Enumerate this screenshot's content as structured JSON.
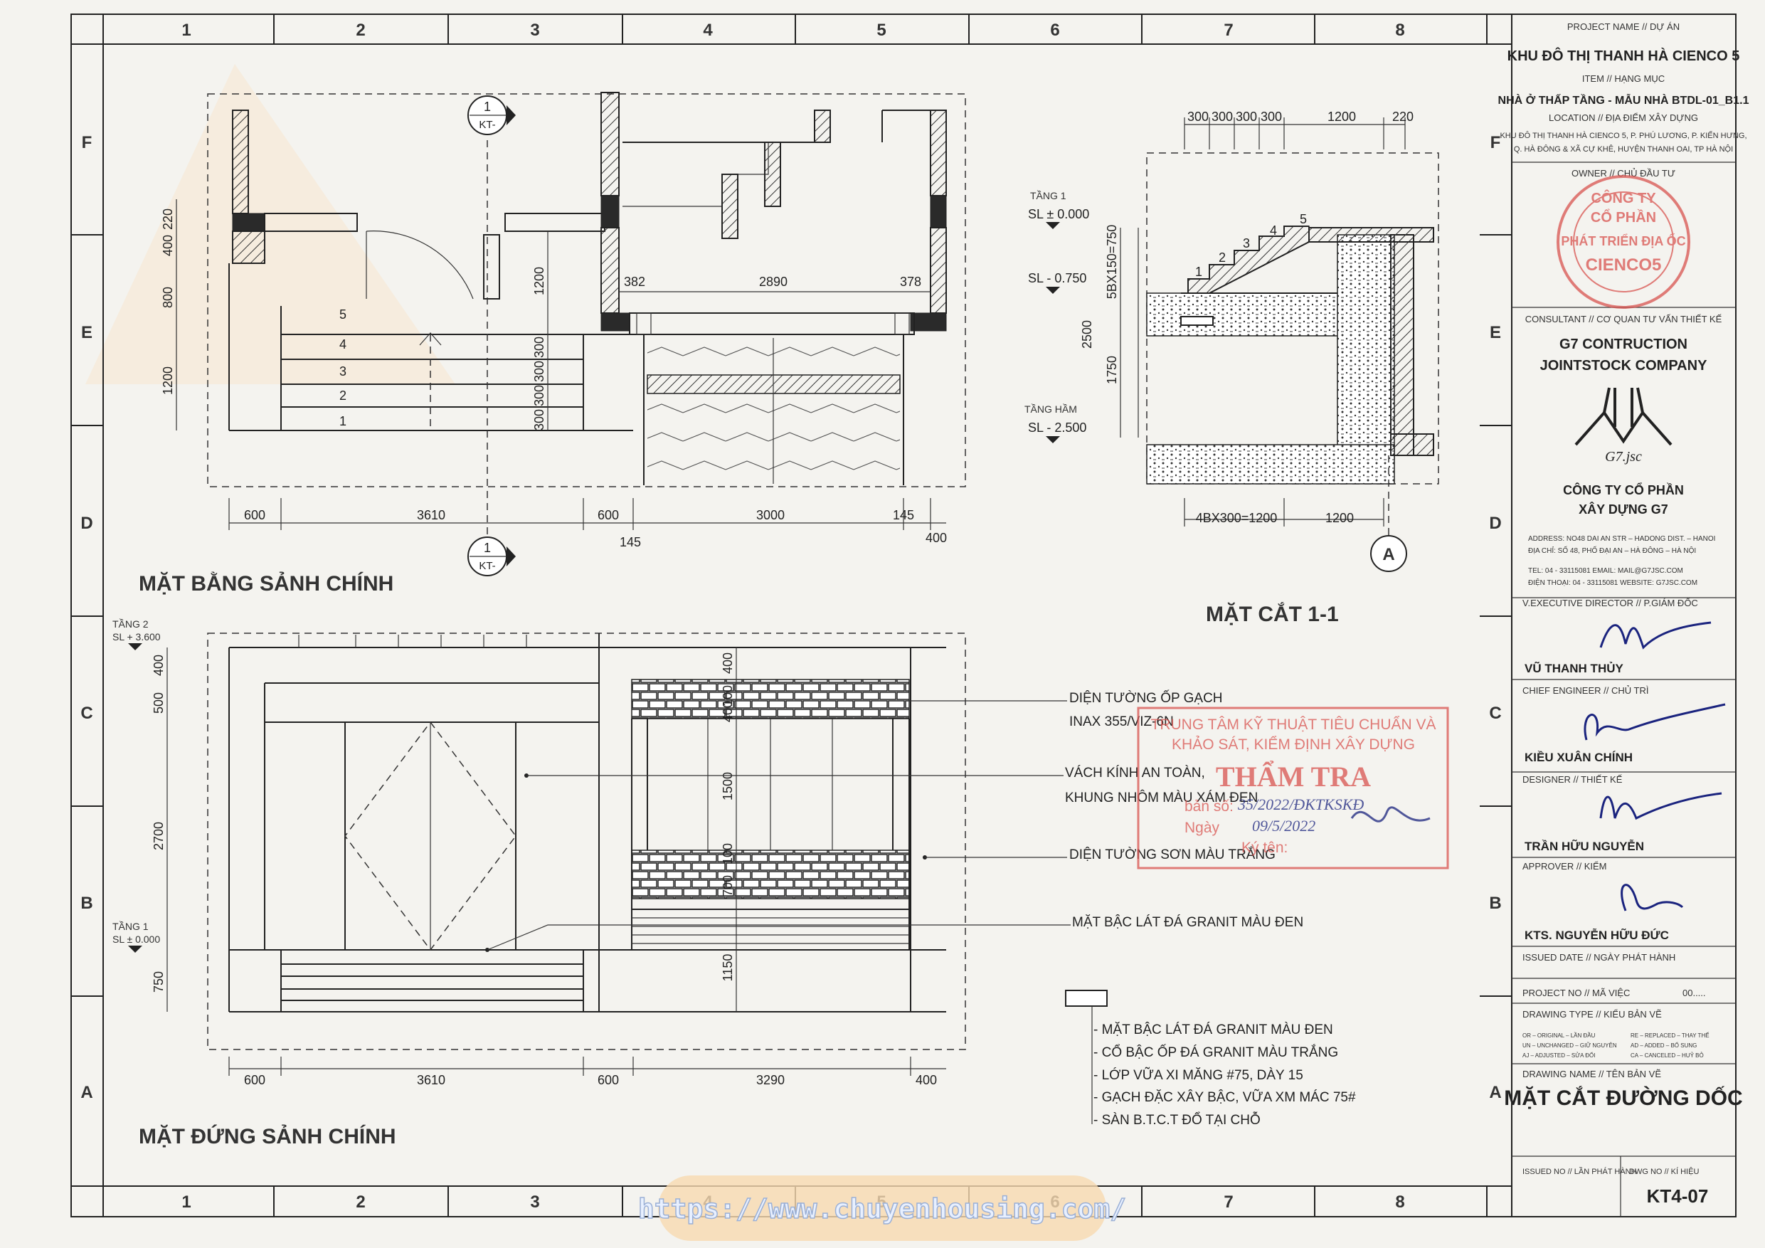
{
  "grid": {
    "columns": [
      "1",
      "2",
      "3",
      "4",
      "5",
      "6",
      "7",
      "8"
    ],
    "rows": [
      "F",
      "E",
      "D",
      "C",
      "B",
      "A"
    ]
  },
  "plan": {
    "title": "MẶT BẰNG SẢNH CHÍNH",
    "section_marker": {
      "number": "1",
      "sheet": "KT-"
    },
    "steps": [
      "1",
      "2",
      "3",
      "4",
      "5"
    ],
    "dims_bottom": [
      "600",
      "3610",
      "600",
      "3000",
      "145",
      "400",
      "145"
    ],
    "dims_left": [
      "220",
      "400",
      "800",
      "1200"
    ],
    "dims_mid": [
      "1200",
      "300",
      "300",
      "300",
      "300"
    ],
    "dims_top": [
      "382",
      "2890",
      "378"
    ]
  },
  "section": {
    "title": "MẶT CẮT 1-1",
    "dims_top": [
      "300",
      "300",
      "300",
      "300",
      "1200",
      "220"
    ],
    "dims_bottom": [
      "4BX300=1200",
      "1200"
    ],
    "dims_left": [
      "5BX150=750",
      "2500",
      "1750"
    ],
    "levels": [
      {
        "name": "TẦNG 1",
        "value": "SL ± 0.000"
      },
      {
        "value": "SL - 0.750"
      },
      {
        "name": "TẦNG HẦM",
        "value": "SL - 2.500"
      }
    ],
    "steps": [
      "1",
      "2",
      "3",
      "4",
      "5"
    ],
    "axis": "A"
  },
  "elevation": {
    "title": "MẶT ĐỨNG SẢNH CHÍNH",
    "levels": [
      {
        "name": "TẦNG 2",
        "value": "SL + 3.600"
      },
      {
        "name": "TẦNG 1",
        "value": "SL ± 0.000"
      }
    ],
    "dims_left": [
      "400",
      "500",
      "2700",
      "750"
    ],
    "dims_mid": [
      "400",
      "100",
      "400",
      "1500",
      "100",
      "700",
      "1150"
    ],
    "dims_bottom": [
      "600",
      "3610",
      "600",
      "3290",
      "400"
    ],
    "callouts": [
      {
        "line1": "DIỆN TƯỜNG ỐP GẠCH",
        "line2": "INAX 355/VIZ-6N"
      },
      {
        "line1": "VÁCH KÍNH AN TOÀN,",
        "line2": "KHUNG NHÔM MÀU XÁM ĐEN"
      },
      {
        "line1": "DIỆN TƯỜNG SƠN MÀU TRẮNG"
      },
      {
        "line1": "MẶT BẬC LÁT ĐÁ GRANIT MÀU ĐEN"
      }
    ]
  },
  "legend": [
    "- MẶT BẬC LÁT ĐÁ GRANIT MÀU ĐEN",
    "- CỔ BẬC ỐP ĐÁ GRANIT MÀU TRẮNG",
    "- LỚP VỮA XI MĂNG #75, DÀY 15",
    "- GẠCH ĐẶC XÂY BẬC, VỮA XM MÁC 75#",
    "- SÀN B.T.C.T ĐỔ TẠI CHỖ"
  ],
  "stamp": {
    "line1": "TRUNG TÂM KỸ THUẬT TIÊU CHUẨN VÀ",
    "line2": "KHẢO SÁT, KIỂM ĐỊNH XÂY DỰNG",
    "word": "THẨM TRA",
    "ban_so_label": "bản số:",
    "ban_so_value": "35/2022/ĐKTKSKĐ",
    "ngay_label": "Ngày",
    "ngay_value": "09/5/2022",
    "ky_ten_label": "Ký tên:"
  },
  "title_block": {
    "project_label": "PROJECT NAME // DỰ ÁN",
    "project": "KHU ĐÔ THỊ THANH HÀ CIENCO 5",
    "item_label": "ITEM // HẠNG MỤC",
    "item": "NHÀ Ở THẤP TẦNG - MẪU NHÀ BTDL-01_B1.1",
    "location_label": "LOCATION // ĐỊA ĐIỂM XÂY DỰNG",
    "location_1": "KHU ĐÔ THỊ THANH HÀ CIENCO 5, P. PHÚ LƯƠNG, P. KIẾN HƯNG,",
    "location_2": "Q. HÀ ĐÔNG & XÃ CỰ KHÊ, HUYỆN THANH OAI, TP HÀ NỘI",
    "owner_label": "OWNER // CHỦ ĐẦU TƯ",
    "owner_seal_1": "CÔNG TY",
    "owner_seal_2": "CỔ PHẦN",
    "owner_seal_3": "PHÁT TRIỂN ĐỊA ỐC",
    "owner_seal_4": "CIENCO5",
    "consultant_label": "CONSULTANT // CƠ QUAN TƯ VẤN THIẾT KẾ",
    "consultant_1": "G7 CONTRUCTION",
    "consultant_2": "JOINTSTOCK COMPANY",
    "logo_text": "G7.jsc",
    "company_vn_1": "CÔNG TY CỔ PHẦN",
    "company_vn_2": "XÂY DỰNG G7",
    "address_1": "ADDRESS:   NO48 DAI AN STR – HADONG DIST. – HANOI",
    "address_2": "ĐỊA CHỈ:   SỐ 48, PHỐ ĐẠI AN – HÀ ĐÔNG – HÀ NỘI",
    "tel": "TEL:   04 - 33115081      EMAIL: MAIL@G7JSC.COM",
    "phone": "ĐIỆN THOẠI: 04 - 33115081  WEBSITE: G7JSC.COM",
    "director_label": "V.EXECUTIVE DIRECTOR // P.GIÁM ĐỐC",
    "director": "VŨ THANH THỦY",
    "chief_label": "CHIEF ENGINEER // CHỦ TRÌ",
    "chief": "KIỀU XUÂN CHÍNH",
    "designer_label": "DESIGNER // THIẾT KẾ",
    "designer": "TRẦN HỮU NGUYỄN",
    "approver_label": "APPROVER // KIỂM",
    "approver": "KTS. NGUYỄN HỮU ĐỨC",
    "issued_label": "ISSUED DATE  // NGÀY PHÁT HÀNH",
    "project_no_label": "PROJECT NO // MÃ VIỆC",
    "project_no": "00.....",
    "drawing_type_label": "DRAWING TYPE // KIỂU BẢN VẼ",
    "types_left": [
      "OR – ORIGINAL  – LẦN ĐẦU",
      "UN – UNCHANGED – GIỮ NGUYÊN",
      "AJ – ADJUSTED – SỬA ĐỔI"
    ],
    "types_right": [
      "RE – REPLACED – THAY THẾ",
      "AD – ADDED – BỔ SUNG",
      "CA – CANCELED – HUỶ BỎ"
    ],
    "drawing_name_label": "DRAWING NAME // TÊN BẢN VẼ",
    "drawing_name": "MẶT CẮT ĐƯỜNG DỐC",
    "issued_no_label": "ISSUED NO // LẦN PHÁT HÀNH",
    "dwg_no_label": "DWG NO // KÍ HIỆU",
    "dwg_no": "KT4-07"
  },
  "watermark": "https://www.chuyenhousing.com/",
  "colors": {
    "stamp_red": "#d9534f",
    "ink": "#222222",
    "signature_blue": "#1a237e",
    "watermark": "#f3c98e"
  }
}
